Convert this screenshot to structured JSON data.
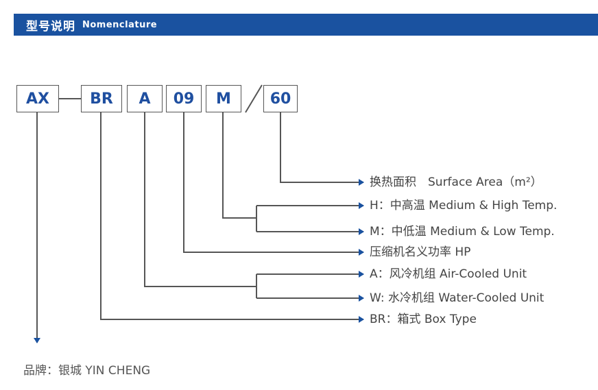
{
  "header": {
    "title_cn": "型号说明",
    "title_en": "Nomenclature"
  },
  "code": {
    "seg1": "AX",
    "seg2": "BR",
    "seg3": "A",
    "seg4": "09",
    "seg5": "M",
    "seg6": "60"
  },
  "legend": {
    "area": "换热面积　Surface Area（m²）",
    "h": "H：中高温  Medium & High Temp.",
    "m": "M：中低温  Medium & Low Temp.",
    "hp": "压缩机名义功率 HP",
    "a": "A：风冷机组 Air-Cooled Unit",
    "w": "W: 水冷机组 Water-Cooled Unit",
    "br": "BR：箱式 Box Type"
  },
  "brand": "品牌：银城 YIN CHENG",
  "colors": {
    "header_bg": "#1a52a0",
    "code_text": "#1f4fa0",
    "arrow": "#1a52a0",
    "line": "#555555"
  }
}
